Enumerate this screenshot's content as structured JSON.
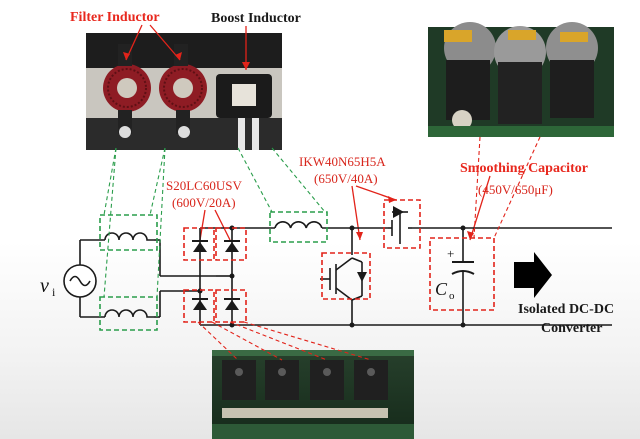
{
  "labels": {
    "filter_inductor": "Filter Inductor",
    "boost_inductor": "Boost Inductor",
    "diode_part": "S20LC60USV",
    "diode_rating": "(600V/20A)",
    "igbt_part": "IKW40N65H5A",
    "igbt_rating": "(650V/40A)",
    "capacitor_name": "Smoothing Capacitor",
    "capacitor_rating": "(450V/650μF)",
    "converter_line1": "Isolated DC-DC",
    "converter_line2": "Converter",
    "source_symbol": "v",
    "source_subscript": "i",
    "cap_symbol": "C",
    "cap_subscript": "o",
    "cap_plus": "+"
  },
  "colors": {
    "label_red": "#e8281e",
    "box_red": "#e2231a",
    "box_green": "#2a9d4b",
    "wire": "#1a1a1a",
    "core_red": "#8e1c24"
  }
}
